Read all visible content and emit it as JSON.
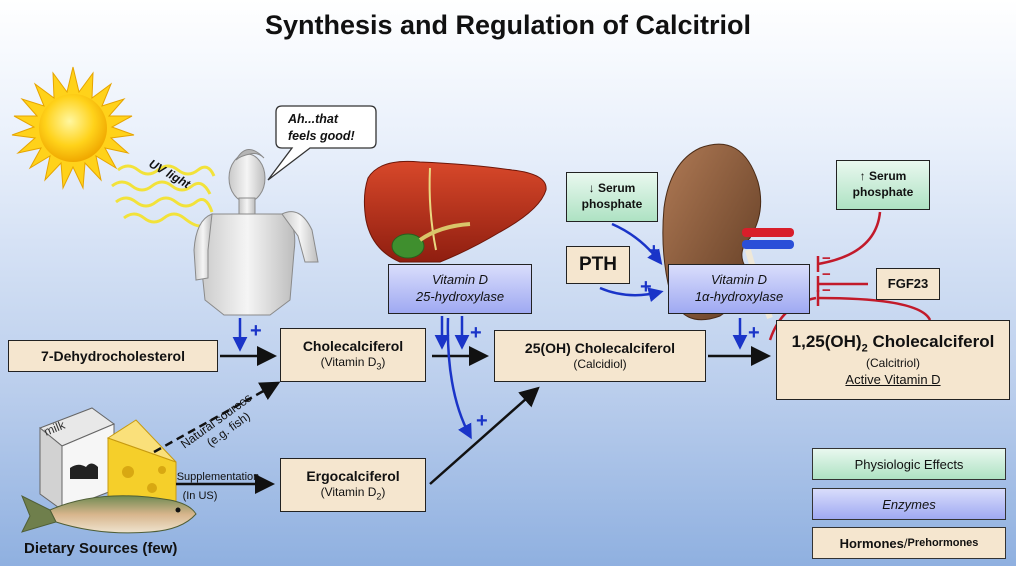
{
  "title": "Synthesis and Regulation of Calcitriol",
  "speech_line1": "Ah...that",
  "speech_line2": "feels good!",
  "uv_label": "UV light",
  "dehydro": "7-Dehydrocholesterol",
  "chole_name": "Cholecalciferol",
  "chole_sub_prefix": "(Vitamin D",
  "chole_sub_num": "3",
  "ergo_name": "Ergocalciferol",
  "ergo_sub_prefix": "(Vitamin D",
  "ergo_sub_num": "2",
  "calcidiol_name": "25(OH) Cholecalciferol",
  "calcidiol_sub": "(Calcidiol)",
  "calcitriol_prefix": "1,25(OH)",
  "calcitriol_sub_num": "2",
  "calcitriol_suffix": " Cholecalciferol",
  "calcitriol_sub": "(Calcitriol)",
  "calcitriol_active": "Active Vitamin D",
  "enzyme25_line1": "Vitamin D",
  "enzyme25_line2": "25-hydroxylase",
  "enzyme1a_line1": "Vitamin D",
  "enzyme1a_line2": "1α-hydroxylase",
  "pth": "PTH",
  "fgf23": "FGF23",
  "serum_down_arrow": "↓",
  "serum_down_word": "Serum",
  "serum_down_line2": "phosphate",
  "serum_up_arrow": "↑",
  "serum_up_word": "Serum",
  "serum_up_line2": "phosphate",
  "natural_line1": "Natural sources",
  "natural_line2": "(e.g. fish)",
  "supp_line1": "Supplementation",
  "supp_line2": "(In US)",
  "dietary": "Dietary Sources (few)",
  "milk_label": "milk",
  "plus": "+",
  "minus": "−",
  "legend": {
    "physio": "Physiologic Effects",
    "enzymes": "Enzymes",
    "hormones": "Hormones",
    "slash": " / ",
    "prehormones": "Prehormones"
  }
}
